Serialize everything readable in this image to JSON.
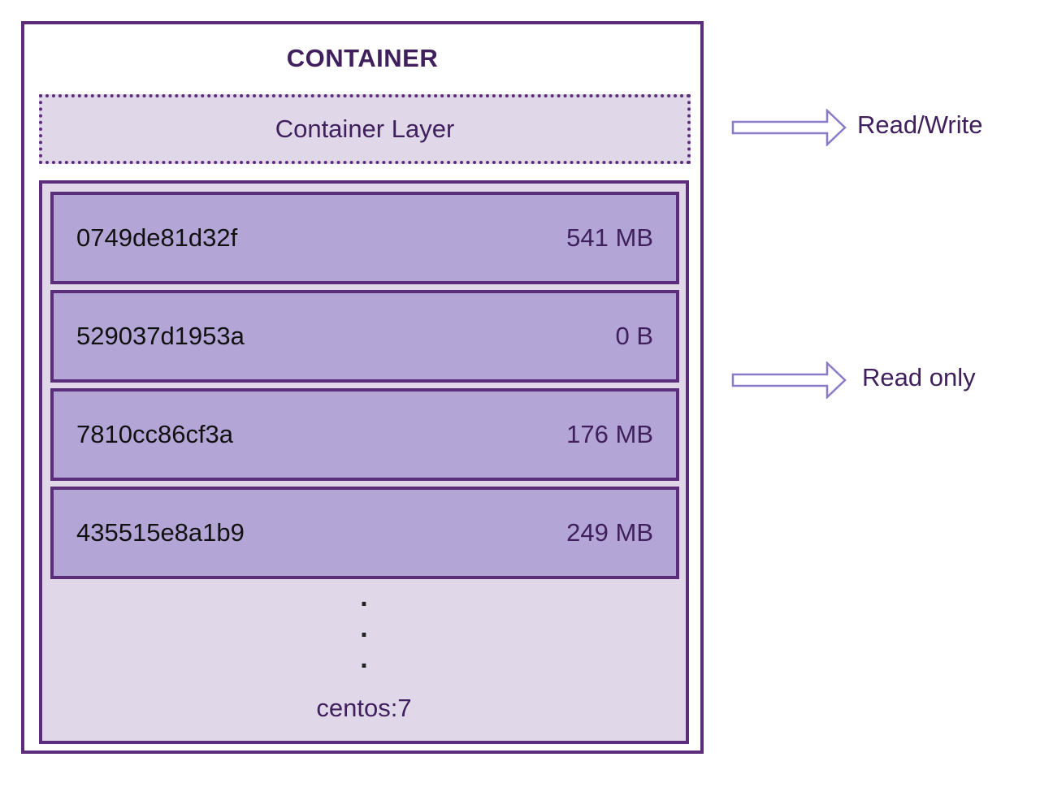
{
  "container": {
    "title": "CONTAINER",
    "container_layer_label": "Container Layer"
  },
  "image": {
    "layers": [
      {
        "id": "0749de81d32f",
        "size": "541 MB"
      },
      {
        "id": "529037d1953a",
        "size": "0 B"
      },
      {
        "id": "7810cc86cf3a",
        "size": "176 MB"
      },
      {
        "id": "435515e8a1b9",
        "size": "249 MB"
      }
    ],
    "dots": ".\n.\n.",
    "name": "centos:7"
  },
  "annotations": {
    "read_write": "Read/Write",
    "read_only": "Read only"
  },
  "colors": {
    "border": "#5b2d7a",
    "layer_fill": "#b3a6d6",
    "light_fill": "#e0d8e8",
    "arrow_stroke": "#8a7ac8"
  }
}
